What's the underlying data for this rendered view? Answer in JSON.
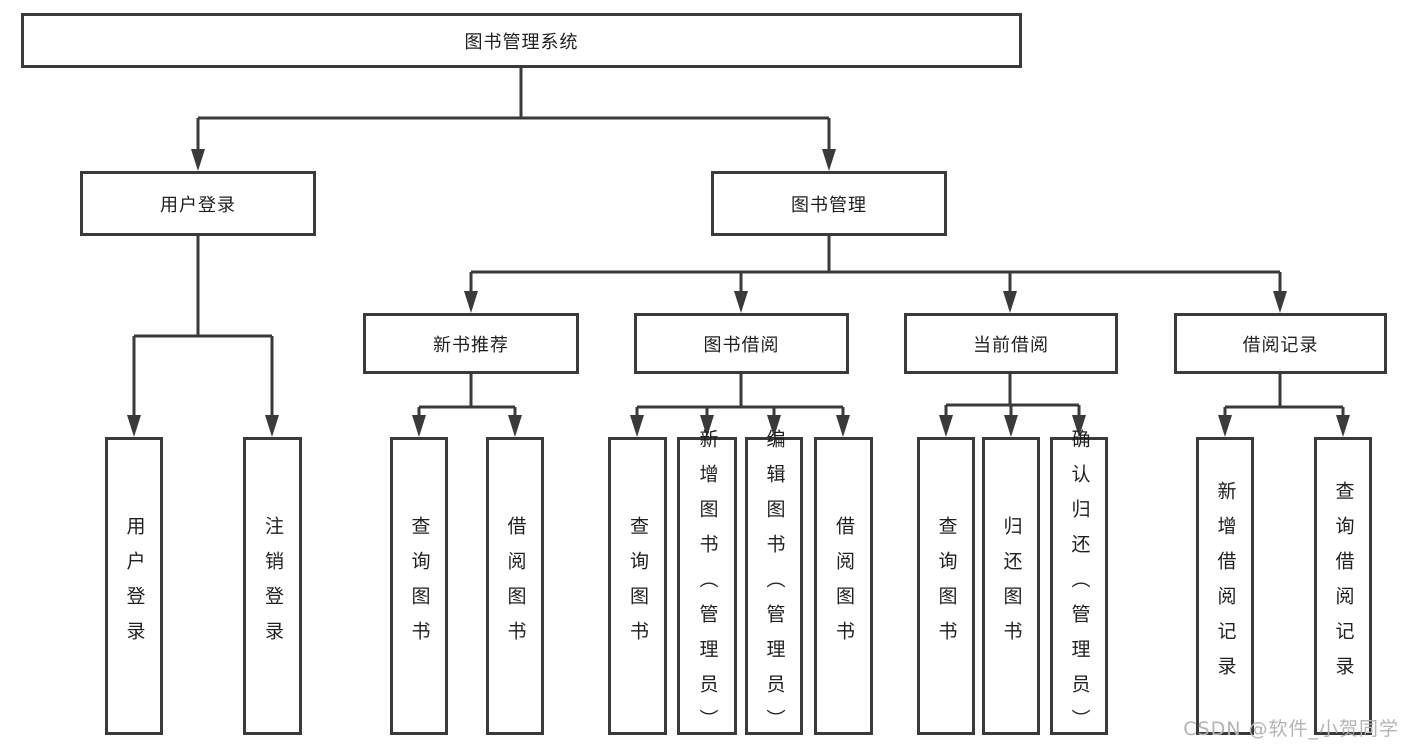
{
  "diagram": {
    "root": {
      "label": "图书管理系统"
    },
    "level2": [
      {
        "label": "用户登录"
      },
      {
        "label": "图书管理"
      }
    ],
    "level3": [
      {
        "label": "新书推荐"
      },
      {
        "label": "图书借阅"
      },
      {
        "label": "当前借阅"
      },
      {
        "label": "借阅记录"
      }
    ],
    "leaves": {
      "user_login": [
        {
          "label": "用户登录"
        },
        {
          "label": "注销登录"
        }
      ],
      "new_book": [
        {
          "label": "查询图书"
        },
        {
          "label": "借阅图书"
        }
      ],
      "book_borrow": [
        {
          "label": "查询图书"
        },
        {
          "label": "新增图书（管理员）"
        },
        {
          "label": "编辑图书（管理员）"
        },
        {
          "label": "借阅图书"
        }
      ],
      "current_borrow": [
        {
          "label": "查询图书"
        },
        {
          "label": "归还图书"
        },
        {
          "label": "确认归还（管理员）"
        }
      ],
      "borrow_record": [
        {
          "label": "新增借阅记录"
        },
        {
          "label": "查询借阅记录"
        }
      ]
    }
  },
  "watermark": {
    "text": "CSDN @软件_小贺同学"
  },
  "colors": {
    "line": "#3a3a3a",
    "text": "#1f1f1f",
    "watermark": "#b4b4b4",
    "background": "#ffffff"
  }
}
